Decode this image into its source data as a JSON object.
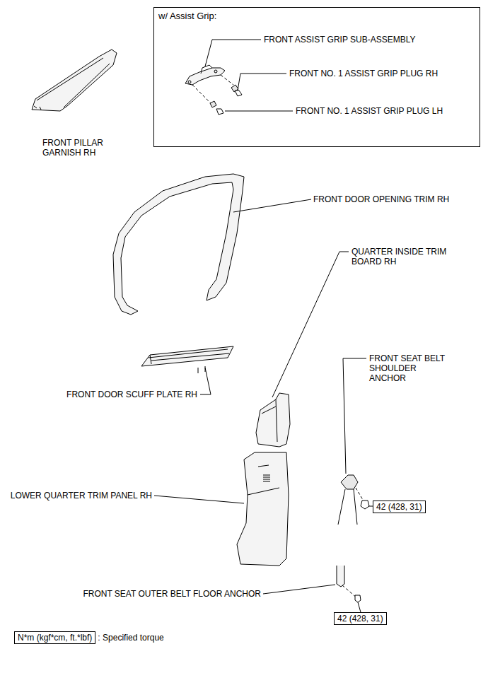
{
  "diagram": {
    "nodes": [
      {
        "text": [
          "w/ Assist Grip:"
        ]
      },
      {
        "text": [
          "42 (428, 31)"
        ]
      },
      {
        "text": [
          "42 (428, 31)"
        ]
      },
      {
        "text": [
          "N*m (kgf*cm, ft.*lbf)",
          ": Specified torque"
        ]
      }
    ],
    "labels": [
      "FRONT ASSIST GRIP SUB-ASSEMBLY",
      "FRONT NO. 1 ASSIST GRIP PLUG RH",
      "FRONT NO. 1 ASSIST GRIP PLUG LH",
      "FRONT PILLAR GARNISH RH",
      "FRONT DOOR OPENING TRIM RH",
      "QUARTER INSIDE TRIM BOARD RH",
      "FRONT SEAT BELT SHOULDER ANCHOR",
      "FRONT DOOR SCUFF PLATE RH",
      "LOWER QUARTER TRIM PANEL RH",
      "FRONT SEAT OUTER BELT FLOOR ANCHOR"
    ]
  }
}
